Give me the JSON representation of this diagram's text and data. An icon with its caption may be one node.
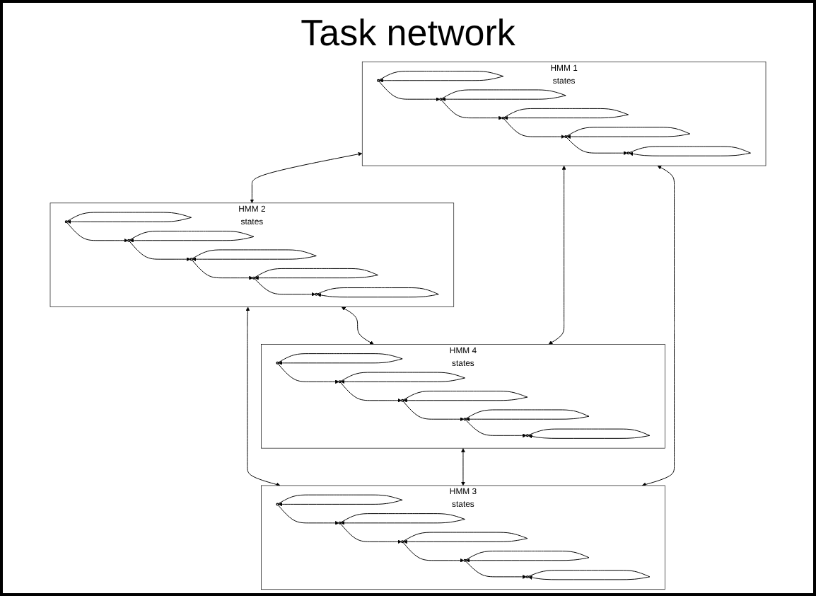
{
  "diagram": {
    "title": "Task network",
    "nodes": [
      {
        "text": [
          "HMM 1",
          "states"
        ]
      },
      {
        "text": [],
        "shape": "circle",
        "in": 0
      },
      {
        "text": [],
        "shape": "circle",
        "in": 0
      },
      {
        "text": [],
        "shape": "circle",
        "in": 0
      },
      {
        "text": [],
        "shape": "circle",
        "in": 0
      },
      {
        "text": [],
        "shape": "circle",
        "in": 0
      },
      {
        "text": [
          "HMM 2",
          "states"
        ]
      },
      {
        "text": [],
        "shape": "circle",
        "in": 6
      },
      {
        "text": [],
        "shape": "circle",
        "in": 6
      },
      {
        "text": [],
        "shape": "circle",
        "in": 6
      },
      {
        "text": [],
        "shape": "circle",
        "in": 6
      },
      {
        "text": [],
        "shape": "circle",
        "in": 6
      },
      {
        "text": [
          "HMM 4",
          "states"
        ]
      },
      {
        "text": [],
        "shape": "circle",
        "in": 12
      },
      {
        "text": [],
        "shape": "circle",
        "in": 12
      },
      {
        "text": [],
        "shape": "circle",
        "in": 12
      },
      {
        "text": [],
        "shape": "circle",
        "in": 12
      },
      {
        "text": [],
        "shape": "circle",
        "in": 12
      },
      {
        "text": [
          "HMM 3",
          "states"
        ]
      },
      {
        "text": [],
        "shape": "circle",
        "in": 18
      },
      {
        "text": [],
        "shape": "circle",
        "in": 18
      },
      {
        "text": [],
        "shape": "circle",
        "in": 18
      },
      {
        "text": [],
        "shape": "circle",
        "in": 18
      },
      {
        "text": [],
        "shape": "circle",
        "in": 18
      }
    ],
    "edges": [
      {
        "from": 0,
        "to": 6,
        "arrow": "both"
      },
      {
        "from": 0,
        "to": 12,
        "arrow": "both"
      },
      {
        "from": 6,
        "to": 18,
        "arrow": "both"
      },
      {
        "from": 12,
        "to": 18,
        "arrow": "both"
      },
      {
        "from": 0,
        "to": 18,
        "arrow": "both"
      },
      {
        "from": 6,
        "to": 12,
        "arrow": "both"
      },
      {
        "from": 1,
        "to": 1,
        "arrow": "to"
      },
      {
        "from": 1,
        "to": 2,
        "arrow": "to"
      },
      {
        "from": 2,
        "to": 2,
        "arrow": "to"
      },
      {
        "from": 2,
        "to": 3,
        "arrow": "to"
      },
      {
        "from": 3,
        "to": 3,
        "arrow": "to"
      },
      {
        "from": 3,
        "to": 4,
        "arrow": "to"
      },
      {
        "from": 4,
        "to": 4,
        "arrow": "to"
      },
      {
        "from": 4,
        "to": 5,
        "arrow": "to"
      },
      {
        "from": 5,
        "to": 5,
        "arrow": "to"
      },
      {
        "from": 7,
        "to": 7,
        "arrow": "to"
      },
      {
        "from": 7,
        "to": 8,
        "arrow": "to"
      },
      {
        "from": 8,
        "to": 8,
        "arrow": "to"
      },
      {
        "from": 8,
        "to": 9,
        "arrow": "to"
      },
      {
        "from": 9,
        "to": 9,
        "arrow": "to"
      },
      {
        "from": 9,
        "to": 10,
        "arrow": "to"
      },
      {
        "from": 10,
        "to": 10,
        "arrow": "to"
      },
      {
        "from": 10,
        "to": 11,
        "arrow": "to"
      },
      {
        "from": 11,
        "to": 11,
        "arrow": "to"
      },
      {
        "from": 13,
        "to": 13,
        "arrow": "to"
      },
      {
        "from": 13,
        "to": 14,
        "arrow": "to"
      },
      {
        "from": 14,
        "to": 14,
        "arrow": "to"
      },
      {
        "from": 14,
        "to": 15,
        "arrow": "to"
      },
      {
        "from": 15,
        "to": 15,
        "arrow": "to"
      },
      {
        "from": 15,
        "to": 16,
        "arrow": "to"
      },
      {
        "from": 16,
        "to": 16,
        "arrow": "to"
      },
      {
        "from": 16,
        "to": 17,
        "arrow": "to"
      },
      {
        "from": 17,
        "to": 17,
        "arrow": "to"
      },
      {
        "from": 19,
        "to": 19,
        "arrow": "to"
      },
      {
        "from": 19,
        "to": 20,
        "arrow": "to"
      },
      {
        "from": 20,
        "to": 20,
        "arrow": "to"
      },
      {
        "from": 20,
        "to": 21,
        "arrow": "to"
      },
      {
        "from": 21,
        "to": 21,
        "arrow": "to"
      },
      {
        "from": 21,
        "to": 22,
        "arrow": "to"
      },
      {
        "from": 22,
        "to": 22,
        "arrow": "to"
      },
      {
        "from": 22,
        "to": 23,
        "arrow": "to"
      },
      {
        "from": 23,
        "to": 23,
        "arrow": "to"
      }
    ]
  }
}
